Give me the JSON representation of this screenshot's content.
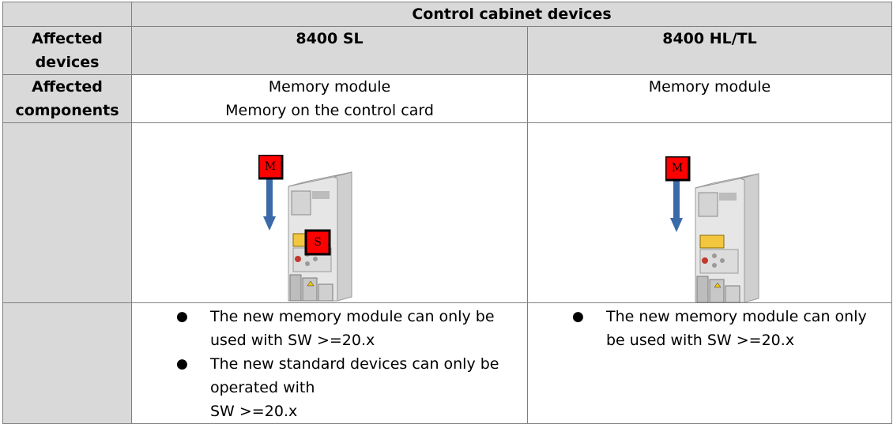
{
  "table": {
    "header_title": "Control cabinet devices",
    "row_affected_devices": {
      "label_line1": "Affected",
      "label_line2": "devices",
      "col1": "8400 SL",
      "col2": "8400 HL/TL"
    },
    "row_affected_components": {
      "label_line1": "Affected",
      "label_line2": "components",
      "col1_line1": "Memory module",
      "col1_line2": "Memory on the control card",
      "col2_line1": "Memory module"
    },
    "images": {
      "col1": {
        "marker_m": "M",
        "marker_s": "S"
      },
      "col2": {
        "marker_m": "M"
      }
    },
    "notes": {
      "col1": [
        {
          "line1": "The new memory module can only be",
          "line2": "used with SW >=20.x",
          "line3": ""
        },
        {
          "line1": "The new standard devices can only be",
          "line2": "operated with",
          "line3": "SW >=20.x"
        }
      ],
      "col2": [
        {
          "line1": "The new memory module can only",
          "line2": "be used with SW >=20.x",
          "line3": ""
        }
      ]
    }
  },
  "colors": {
    "header_gray": "#d9d9d9",
    "marker_red": "#ff0000",
    "arrow_blue": "#3a6aa8"
  }
}
